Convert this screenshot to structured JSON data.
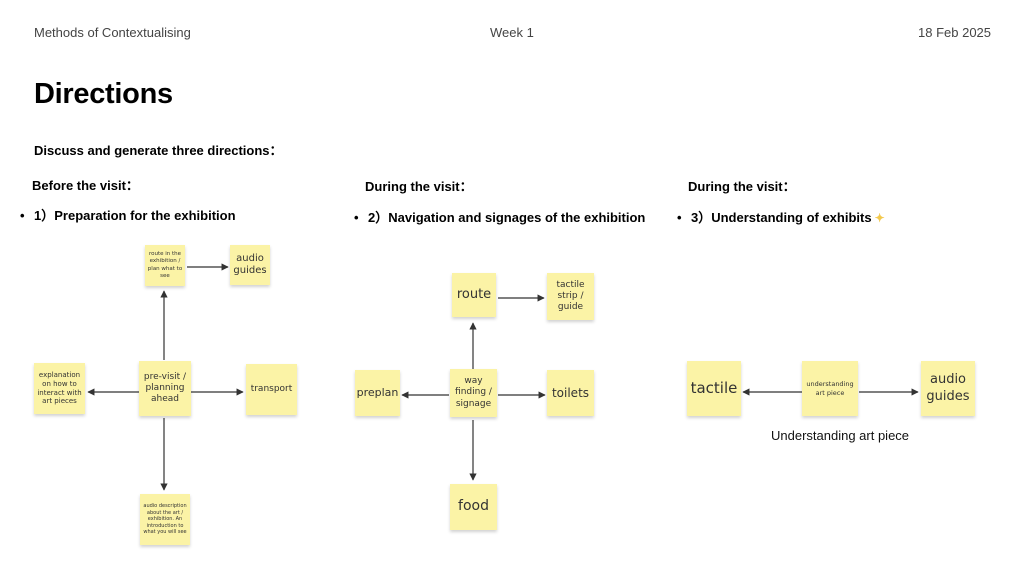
{
  "header": {
    "left": "Methods of Contextualising",
    "center": "Week 1",
    "right": "18 Feb 2025"
  },
  "title": "Directions",
  "subtitle": "Discuss and generate three directions：",
  "sections": [
    {
      "heading": "Before the visit：",
      "bullet": "1）Preparation for the exhibition",
      "notes": {
        "center": "pre-visit / planning ahead",
        "top": "route in the exhibition / plan what to see",
        "top_right": "audio guides",
        "left": "explanation on how to interact with art pieces",
        "right": "transport",
        "bottom": "audio description about the art / exhibition. An introduction to what you will see"
      }
    },
    {
      "heading": "During the visit：",
      "bullet": "2）Navigation and signages of the exhibition",
      "notes": {
        "center": "way finding / signage",
        "top": "route",
        "top_right": "tactile strip / guide",
        "left": "preplan",
        "right": "toilets",
        "bottom": "food"
      }
    },
    {
      "heading": "During the visit：",
      "bullet": "3）Understanding of exhibits",
      "notes": {
        "center": "understanding art piece",
        "left": "tactile",
        "right": "audio guides"
      },
      "caption": "Understanding art piece"
    }
  ],
  "colors": {
    "note": "#fbf3a6",
    "arrow": "#333333",
    "header_text": "#444444"
  }
}
